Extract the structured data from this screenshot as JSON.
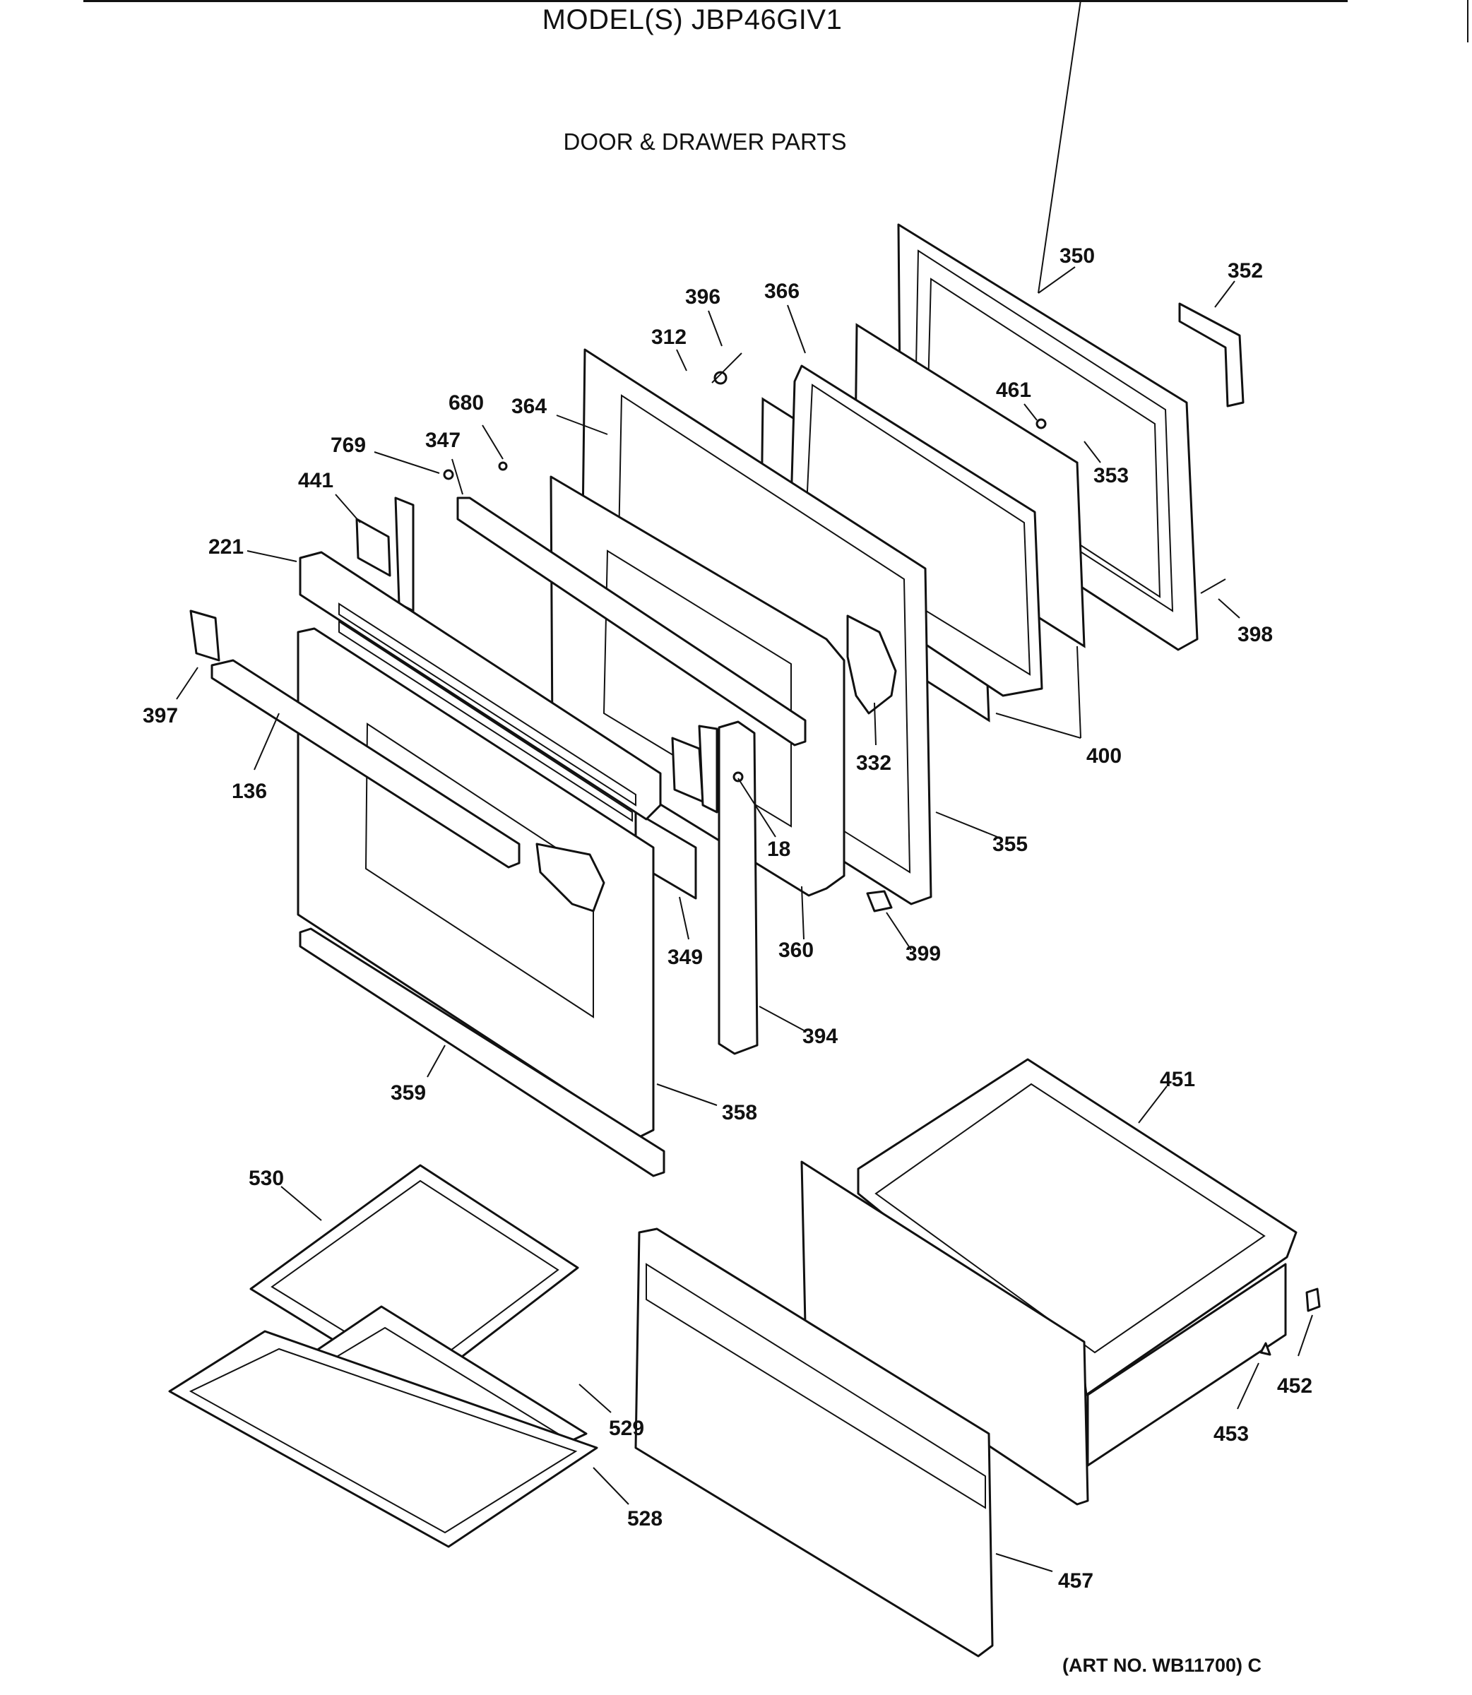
{
  "header": {
    "model": "MODEL(S) JBP46GIV1",
    "section": "DOOR & DRAWER PARTS"
  },
  "footer": {
    "art_number": "(ART NO. WB11700) C"
  },
  "callouts": [
    "350",
    "352",
    "396",
    "366",
    "312",
    "461",
    "680",
    "364",
    "353",
    "769",
    "347",
    "441",
    "221",
    "398",
    "397",
    "136",
    "332",
    "400",
    "18",
    "355",
    "349",
    "360",
    "399",
    "394",
    "451",
    "359",
    "358",
    "530",
    "452",
    "529",
    "453",
    "528",
    "457"
  ]
}
